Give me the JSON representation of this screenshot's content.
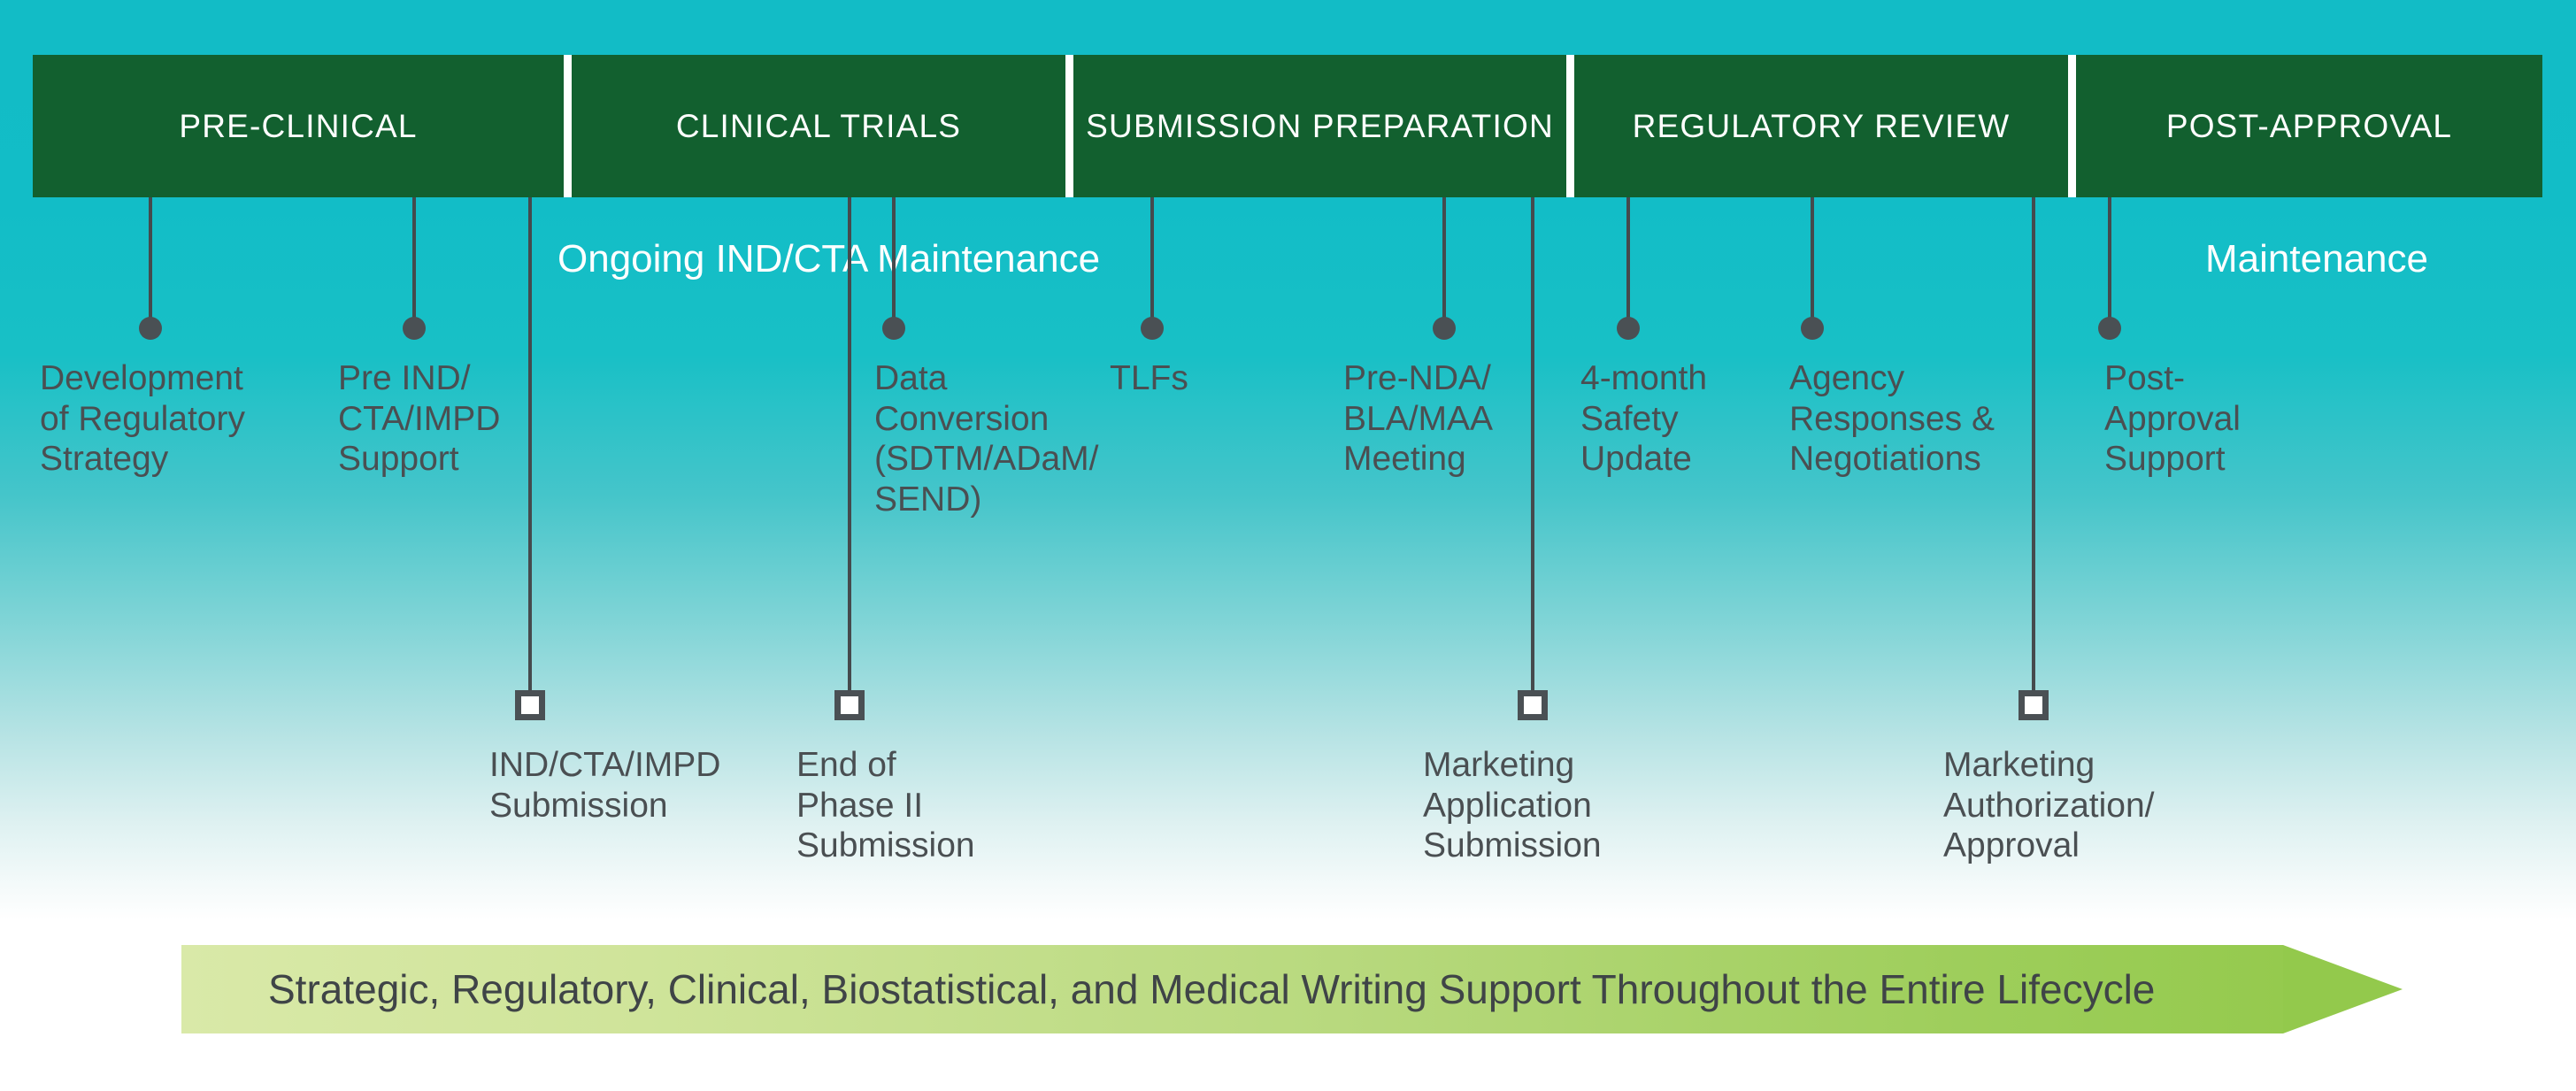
{
  "diagram": {
    "title": "Drug Development and Regulatory Lifecycle Timeline",
    "colors": {
      "phase_bar_green": "#12602F",
      "background_top_cyan": "#12BCC6",
      "background_bottom": "#FFFFFF",
      "marker_gray": "#4A5054",
      "label_text_gray": "#4A4F52",
      "banner_green_light": "#D9E9A8",
      "banner_green_dark": "#93C94C",
      "divider_white": "#FFFFFF"
    }
  },
  "phases": [
    {
      "label": "PRE-CLINICAL"
    },
    {
      "label": "CLINICAL TRIALS"
    },
    {
      "label": "SUBMISSION\nPREPARATION"
    },
    {
      "label": "REGULATORY REVIEW"
    },
    {
      "label": "POST-APPROVAL"
    }
  ],
  "band_labels": [
    {
      "text": "Ongoing IND/CTA Maintenance"
    },
    {
      "text": "Maintenance"
    }
  ],
  "activities": [
    {
      "label": "Development\nof Regulatory\nStrategy"
    },
    {
      "label": "Pre IND/\nCTA/IMPD\nSupport"
    },
    {
      "label": "Data\nConversion\n(SDTM/ADaM/\nSEND)"
    },
    {
      "label": "TLFs"
    },
    {
      "label": "Pre-NDA/\nBLA/MAA\nMeeting"
    },
    {
      "label": "4-month\nSafety\nUpdate"
    },
    {
      "label": "Agency\nResponses &\nNegotiations"
    },
    {
      "label": "Post-\nApproval\nSupport"
    }
  ],
  "milestones": [
    {
      "label": "IND/CTA/IMPD\nSubmission"
    },
    {
      "label": "End of\nPhase II\nSubmission"
    },
    {
      "label": "Marketing\nApplication\nSubmission"
    },
    {
      "label": "Marketing\nAuthorization/\nApproval"
    }
  ],
  "banner": {
    "text": "Strategic, Regulatory, Clinical, Biostatistical, and Medical Writing Support Throughout the Entire Lifecycle"
  }
}
